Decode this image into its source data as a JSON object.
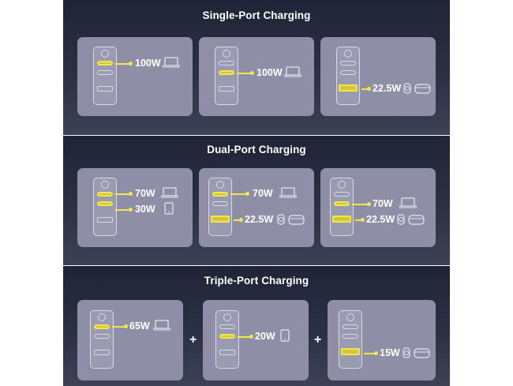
{
  "sections": [
    {
      "title": "Single-Port Charging",
      "panels": [
        {
          "outputs": [
            {
              "port": "c1",
              "watt": "100W",
              "device": "laptop-icon"
            }
          ]
        },
        {
          "outputs": [
            {
              "port": "c2",
              "watt": "100W",
              "device": "laptop-icon"
            }
          ]
        },
        {
          "outputs": [
            {
              "port": "a",
              "watt": "22.5W",
              "device": "watch-earbuds-icon"
            }
          ]
        }
      ]
    },
    {
      "title": "Dual-Port Charging",
      "panels": [
        {
          "outputs": [
            {
              "port": "c1",
              "watt": "70W",
              "device": "laptop-icon"
            },
            {
              "port": "c2",
              "watt": "30W",
              "device": "tablet-icon"
            }
          ]
        },
        {
          "outputs": [
            {
              "port": "c1",
              "watt": "70W",
              "device": "laptop-icon"
            },
            {
              "port": "a",
              "watt": "22.5W",
              "device": "watch-earbuds-icon"
            }
          ]
        },
        {
          "outputs": [
            {
              "port": "c2",
              "watt": "70W",
              "device": "laptop-icon"
            },
            {
              "port": "a",
              "watt": "22.5W",
              "device": "watch-earbuds-icon"
            }
          ]
        }
      ]
    },
    {
      "title": "Triple-Port Charging",
      "panels": [
        {
          "outputs": [
            {
              "port": "c1",
              "watt": "65W",
              "device": "laptop-icon"
            }
          ]
        },
        {
          "outputs": [
            {
              "port": "c2",
              "watt": "20W",
              "device": "tablet-icon"
            }
          ]
        },
        {
          "outputs": [
            {
              "port": "a",
              "watt": "15W",
              "device": "watch-earbuds-icon"
            }
          ]
        }
      ],
      "separator": "+"
    }
  ],
  "colors": {
    "highlight": "#f3e64a",
    "panel": "#8e8fa6",
    "outline": "#d8d9e4"
  }
}
